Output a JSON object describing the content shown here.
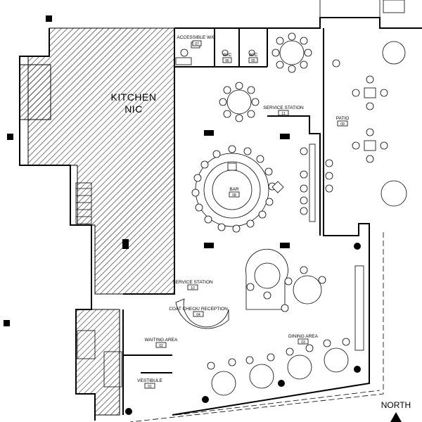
{
  "labels": {
    "kitchen_line1": "KITCHEN",
    "kitchen_line2": "NIC",
    "accessible_wc": "ACCESSIBLE W/C",
    "accessible_wc_num": "07",
    "wc_a": "W/C",
    "wc_a_num": "06",
    "wc_b": "W/C",
    "wc_b_num": "05",
    "service_station_top": "SERVICE STATION",
    "service_station_top_num": "11",
    "patio": "PATIO",
    "patio_num": "09",
    "bar": "BAR",
    "bar_num": "08",
    "service_station_mid": "SERVICE STATION",
    "service_station_mid_num": "10",
    "coat_check": "COAT CHECK/ RECEPTION",
    "coat_check_num": "04",
    "waiting_area": "WAITING AREA",
    "waiting_area_num": "02",
    "vestibule": "VESTIBULE",
    "vestibule_num": "01",
    "dining_area": "DINING AREA",
    "dining_area_num": "03",
    "north": "NORTH"
  }
}
